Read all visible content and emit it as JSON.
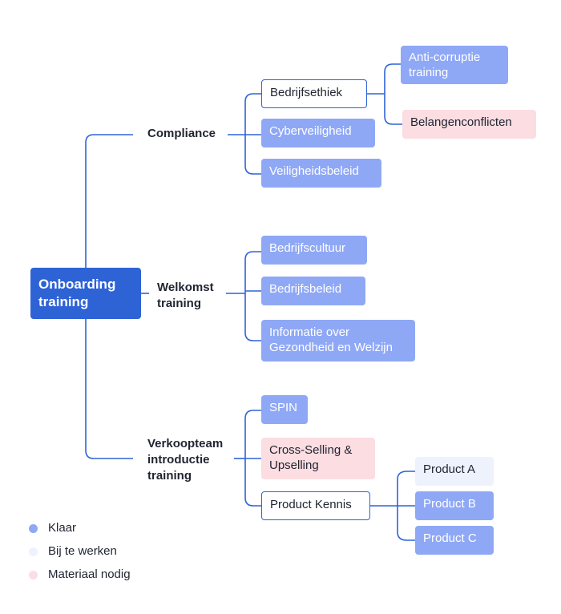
{
  "root": {
    "label": "Onboarding\ntraining"
  },
  "branches": {
    "compliance": {
      "label": "Compliance",
      "items": {
        "bedrijfsethiek": "Bedrijfsethiek",
        "anti_corruptie": "Anti-corruptie\ntraining",
        "belangenconflicten": "Belangenconflicten",
        "cyberveiligheid": "Cyberveiligheid",
        "veiligheidsbeleid": "Veiligheidsbeleid"
      }
    },
    "welkomst": {
      "label": "Welkomst\ntraining",
      "items": {
        "bedrijfscultuur": "Bedrijfscultuur",
        "bedrijfsbeleid": "Bedrijfsbeleid",
        "informatie": "Informatie over\nGezondheid en Welzijn"
      }
    },
    "verkoop": {
      "label": "Verkoopteam\nintroductie\ntraining",
      "items": {
        "spin": "SPIN",
        "cross_selling": "Cross-Selling &\nUpselling",
        "product_kennis": "Product Kennis",
        "product_a": "Product A",
        "product_b": "Product B",
        "product_c": "Product C"
      }
    }
  },
  "legend": {
    "klaar": "Klaar",
    "bij_te_werken": "Bij te werken",
    "materiaal_nodig": "Materiaal nodig"
  },
  "colors": {
    "primary": "#2e63d6",
    "klaar": "#8fa8f6",
    "bij_te_werken": "#eef2fd",
    "materiaal_nodig": "#fbdde2"
  }
}
